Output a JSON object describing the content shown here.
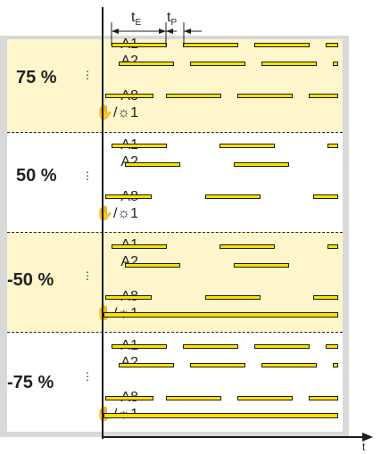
{
  "colors": {
    "background": "#d9d9d9",
    "highlight": "#fff6cc",
    "bar": "#ffe100",
    "outline": "#1c1c1c"
  },
  "labels": {
    "tE": "t",
    "tE_sub": "E",
    "tP": "t",
    "tP_sub": "P",
    "axis_t": "t"
  },
  "icons": {
    "hand_sun": "hand-sun-icon"
  },
  "sections": [
    {
      "percent": "75 %",
      "rows": [
        "A1",
        "A2",
        "A8",
        "1"
      ],
      "highlighted": true
    },
    {
      "percent": "50 %",
      "rows": [
        "A1",
        "A2",
        "A8",
        "1"
      ],
      "highlighted": false
    },
    {
      "percent": "-50 %",
      "rows": [
        "A1",
        "A2",
        "A8",
        "1"
      ],
      "highlighted": true
    },
    {
      "percent": "-75 %",
      "rows": [
        "A1",
        "A2",
        "A8",
        "1"
      ],
      "highlighted": false
    }
  ]
}
